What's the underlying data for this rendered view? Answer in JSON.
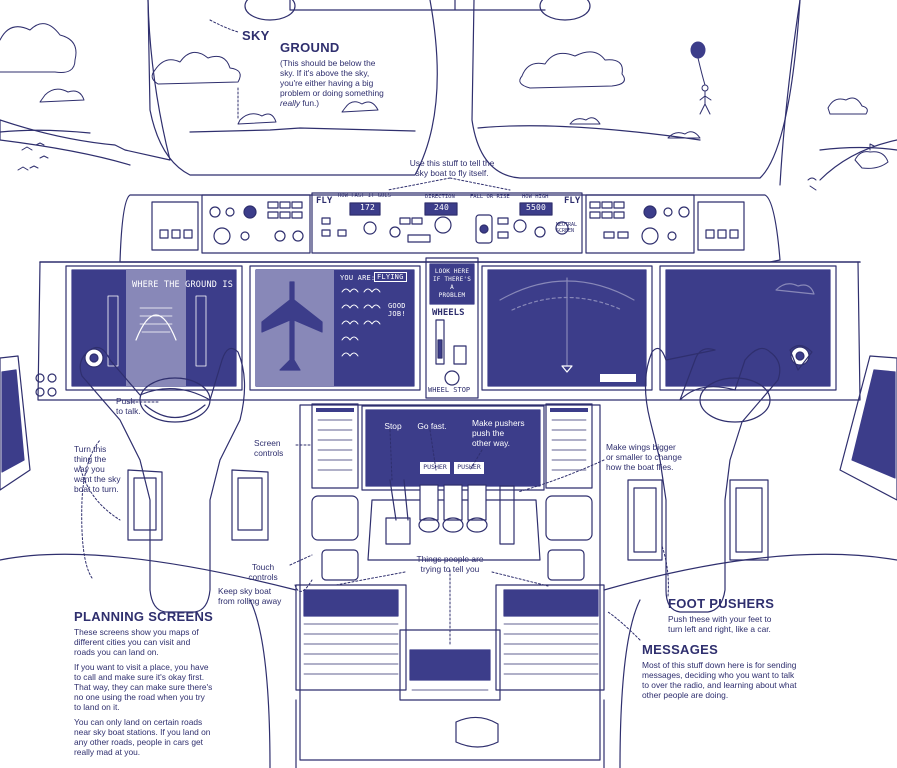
{
  "colors": {
    "ink": "#2f2f6e",
    "screen": "#3c3d8a",
    "screen_light": "#8888b8",
    "paper": "#ffffff"
  },
  "windshield": {
    "sky_label": "SKY",
    "ground_heading": "GROUND",
    "ground_note_lines": [
      "(This should be below the",
      "sky. If it's above the sky,",
      "you're either having a big",
      "problem or doing something"
    ],
    "ground_note_italic": "really",
    "ground_note_tail": " fun.)"
  },
  "autopilot": {
    "caption_lines": [
      "Use this stuff to tell the",
      "sky boat to fly itself."
    ],
    "fly_left": "FLY",
    "fly_right": "FLY",
    "how_fast_label": "HOW FAST IT GOES",
    "how_fast_value": "172",
    "direction_label": "DIRECTION",
    "direction_value": "240",
    "fall_or_rise_label": "FALL OR RISE",
    "how_high_label": "HOW HIGH",
    "how_high_value": "5500",
    "neutral_screen": "NEUTRAL SCREEN"
  },
  "screens": {
    "left_display_text": "WHERE THE GROUND IS",
    "nav_you_are": "YOU ARE:",
    "nav_status": "FLYING",
    "nav_good_job": [
      "GOOD",
      "JOB!"
    ],
    "warning_lines": [
      "LOOK HERE",
      "IF THERE'S A",
      "PROBLEM"
    ],
    "wheels_label": "WHEELS",
    "wheel_stop": "WHEEL STOP"
  },
  "center": {
    "stop": "Stop",
    "go_fast": "Go fast.",
    "make_pushers_lines": [
      "Make pushers",
      "push the",
      "other way."
    ],
    "pusher_left": "PUSHER",
    "pusher_right": "PUSHER"
  },
  "labels": {
    "push_to_talk": [
      "Push",
      "to talk."
    ],
    "turn_this": [
      "Turn this",
      "thing the",
      "way you",
      "want the sky",
      "boat to turn."
    ],
    "screen_controls": [
      "Screen",
      "controls"
    ],
    "touch_controls": [
      "Touch",
      "controls"
    ],
    "keep_sky_boat": [
      "Keep sky boat",
      "from rolling away"
    ],
    "make_wings": [
      "Make wings bigger",
      "or smaller to change",
      "how the boat flies."
    ],
    "things_people": [
      "Things people are",
      "trying to tell you"
    ]
  },
  "planning": {
    "heading": "PLANNING SCREENS",
    "p1": [
      "These screens show you maps of",
      "different cities you can visit and",
      "roads you can land on."
    ],
    "p2": [
      "If you want to visit a place, you have",
      "to call and make sure it's okay first.",
      "That way, they can make sure there's",
      "no one using the road when you try",
      "to land on it."
    ],
    "p3": [
      "You can only land on certain roads",
      "near sky boat stations. If you land on",
      "any other roads, people in cars get",
      "really mad at you."
    ]
  },
  "foot_pushers": {
    "heading": "FOOT PUSHERS",
    "lines": [
      "Push these with your feet to",
      "turn left and right, like a car."
    ]
  },
  "messages": {
    "heading": "MESSAGES",
    "lines": [
      "Most of this stuff down here is for sending",
      "messages, deciding who you want to talk",
      "to over the radio, and learning about what",
      "other people are doing."
    ]
  }
}
